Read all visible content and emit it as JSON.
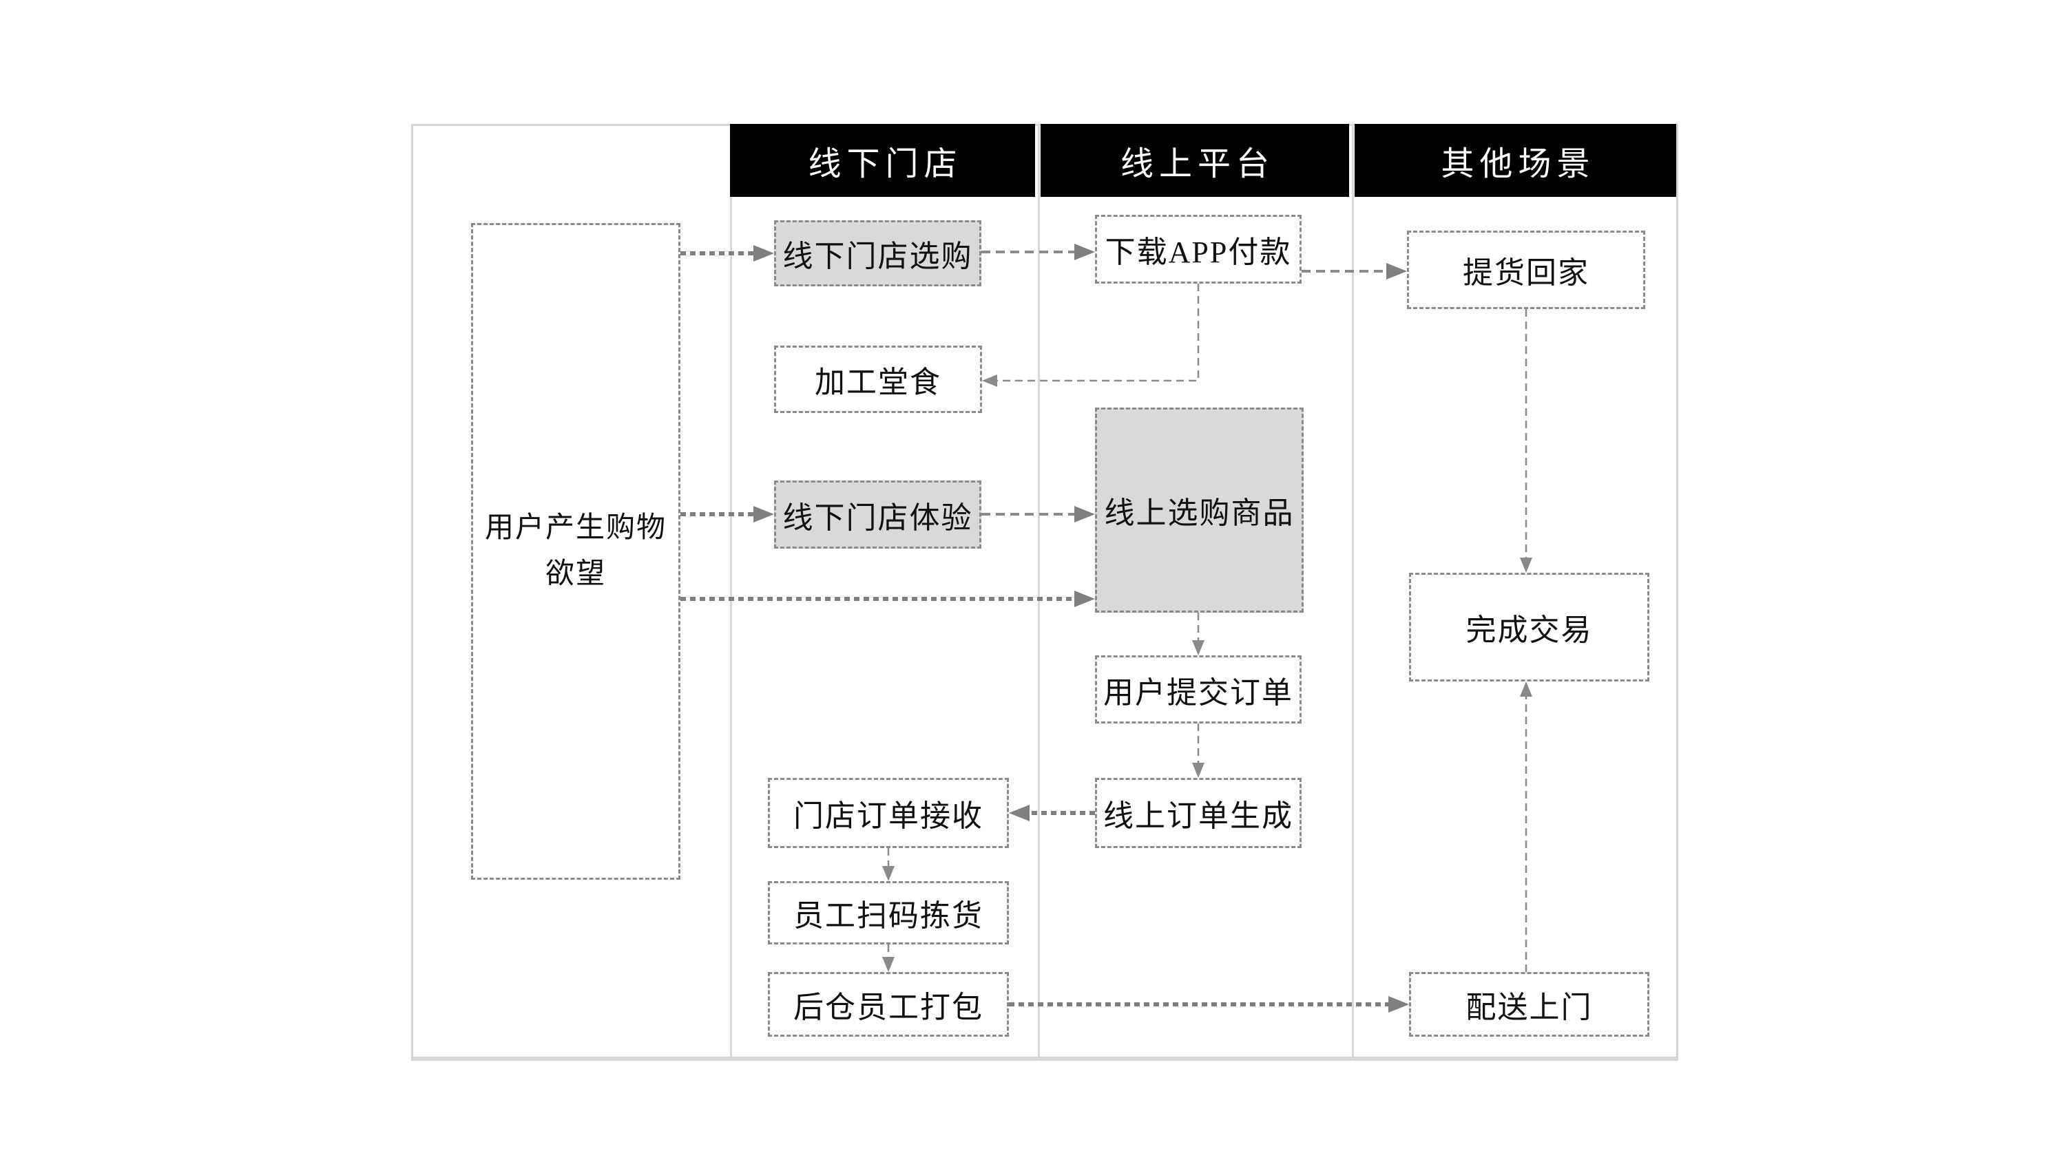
{
  "theme": {
    "canvas_bg": "#ffffff",
    "header_bg": "#000000",
    "header_text": "#ffffff",
    "lane_line": "#d9d9d9",
    "frame_border": "#d5d5d5",
    "node_fill": "#ffffff",
    "node_fill_gray": "#d9d9d9",
    "node_border": "#8a8a8a",
    "node_text": "#111111",
    "arrow_color": "#7f7f7f"
  },
  "lanes": {
    "headers": [
      {
        "label": "线下门店"
      },
      {
        "label": "线上平台"
      },
      {
        "label": "其他场景"
      }
    ]
  },
  "nodes": {
    "desire": {
      "label": "用户产生购物\n欲望"
    },
    "offline_buy": {
      "label": "线下门店选购"
    },
    "app_pay": {
      "label": "下载APP付款"
    },
    "pickup_home": {
      "label": "提货回家"
    },
    "dine_in": {
      "label": "加工堂食"
    },
    "online_select": {
      "label": "线上选购商品"
    },
    "offline_experience": {
      "label": "线下门店体验"
    },
    "complete_deal": {
      "label": "完成交易"
    },
    "submit_order": {
      "label": "用户提交订单"
    },
    "order_generated": {
      "label": "线上订单生成"
    },
    "store_receive": {
      "label": "门店订单接收"
    },
    "staff_pick": {
      "label": "员工扫码拣货"
    },
    "warehouse_pack": {
      "label": "后仓员工打包"
    },
    "delivery": {
      "label": "配送上门"
    }
  }
}
